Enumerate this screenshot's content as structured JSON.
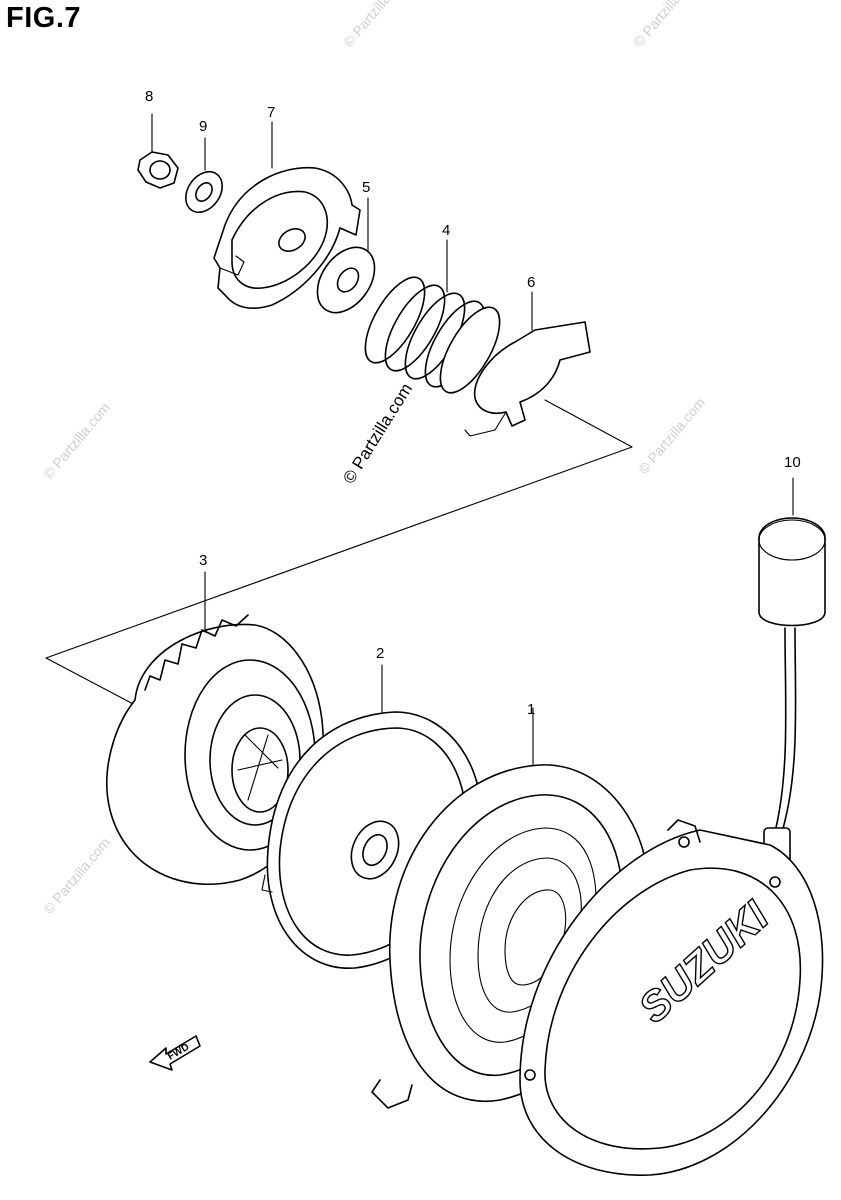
{
  "figure_title": "FIG.7",
  "callouts": [
    {
      "id": "8",
      "label": "8"
    },
    {
      "id": "9",
      "label": "9"
    },
    {
      "id": "7",
      "label": "7"
    },
    {
      "id": "5",
      "label": "5"
    },
    {
      "id": "4",
      "label": "4"
    },
    {
      "id": "6",
      "label": "6"
    },
    {
      "id": "10",
      "label": "10"
    },
    {
      "id": "3",
      "label": "3"
    },
    {
      "id": "2",
      "label": "2"
    },
    {
      "id": "1",
      "label": "1"
    }
  ],
  "brand_mark": "SUZUKI",
  "direction_arrow_label": "FWD",
  "watermark": {
    "center": "© Partzilla.com",
    "repeat": "© Partzilla.com"
  }
}
